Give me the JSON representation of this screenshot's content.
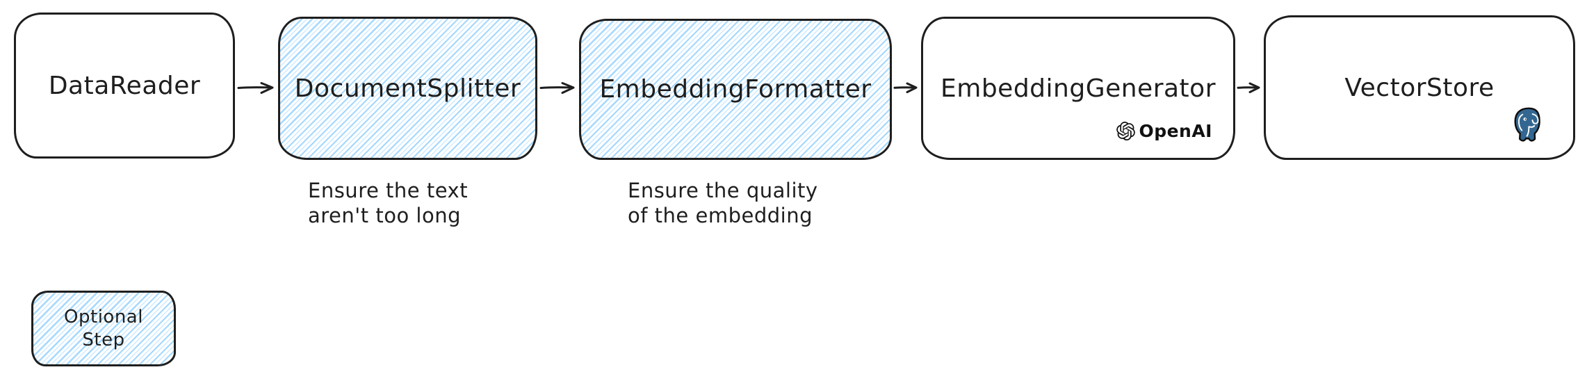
{
  "colors": {
    "hatch_blue": "#a5d8ff",
    "stroke": "#1e1e1e",
    "postgres_blue": "#336791"
  },
  "pipeline": {
    "nodes": [
      {
        "id": "data-reader",
        "label": "DataReader",
        "optional": false
      },
      {
        "id": "document-splitter",
        "label": "DocumentSplitter",
        "optional": true,
        "note_line1": "Ensure the text",
        "note_line2": "aren't too long"
      },
      {
        "id": "embedding-formatter",
        "label": "EmbeddingFormatter",
        "optional": true,
        "note_line1": "Ensure the quality",
        "note_line2": "of the embedding"
      },
      {
        "id": "embedding-generator",
        "label": "EmbeddingGenerator",
        "optional": false,
        "provider": "OpenAI",
        "provider_icon": "openai-icon"
      },
      {
        "id": "vector-store",
        "label": "VectorStore",
        "optional": false,
        "provider_icon": "postgresql-icon"
      }
    ],
    "legend": {
      "line1": "Optional",
      "line2": "Step"
    }
  }
}
